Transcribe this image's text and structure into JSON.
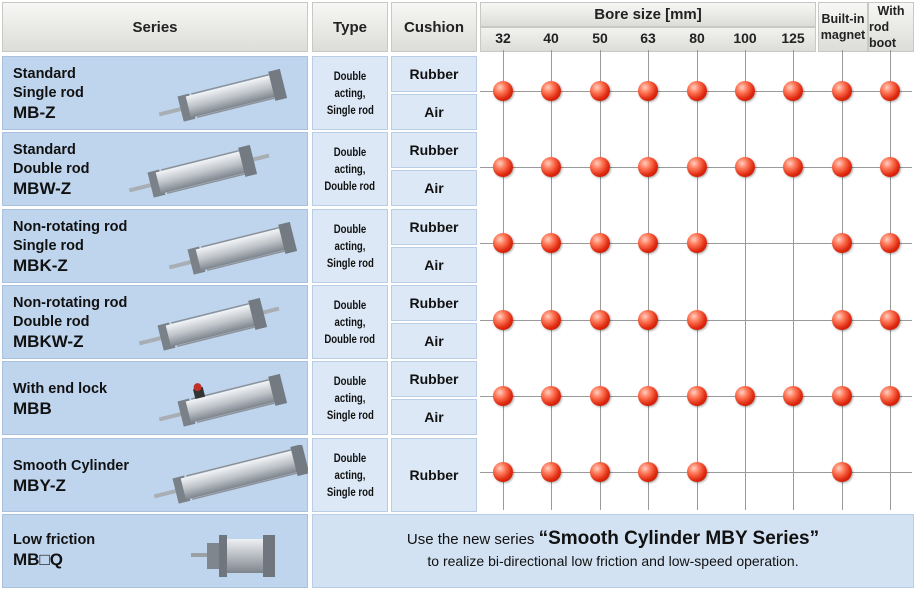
{
  "header": {
    "series": "Series",
    "type": "Type",
    "cushion": "Cushion",
    "bore_size": "Bore size [mm]",
    "bores": [
      "32",
      "40",
      "50",
      "63",
      "80",
      "100",
      "125"
    ],
    "builtin_l1": "Built-in",
    "builtin_l2": "magnet",
    "rodboot_l1": "With",
    "rodboot_l2": "rod boot"
  },
  "rows": [
    {
      "name1": "Standard",
      "name2": "Single rod",
      "code": "MB-Z",
      "type1": "Double acting,",
      "type2": "Single rod",
      "cushions": [
        "Rubber",
        "Air"
      ],
      "available": [
        true,
        true,
        true,
        true,
        true,
        true,
        true,
        true,
        true
      ]
    },
    {
      "name1": "Standard",
      "name2": "Double rod",
      "code": "MBW-Z",
      "type1": "Double acting,",
      "type2": "Double rod",
      "cushions": [
        "Rubber",
        "Air"
      ],
      "available": [
        true,
        true,
        true,
        true,
        true,
        true,
        true,
        true,
        true
      ]
    },
    {
      "name1": "Non-rotating rod",
      "name2": "Single rod",
      "code": "MBK-Z",
      "type1": "Double acting,",
      "type2": "Single rod",
      "cushions": [
        "Rubber",
        "Air"
      ],
      "available": [
        true,
        true,
        true,
        true,
        true,
        false,
        false,
        true,
        true
      ]
    },
    {
      "name1": "Non-rotating rod",
      "name2": "Double rod",
      "code": "MBKW-Z",
      "type1": "Double acting,",
      "type2": "Double rod",
      "cushions": [
        "Rubber",
        "Air"
      ],
      "available": [
        true,
        true,
        true,
        true,
        true,
        false,
        false,
        true,
        true
      ]
    },
    {
      "name1": "With end lock",
      "name2": "",
      "code": "MBB",
      "type1": "Double acting,",
      "type2": "Single rod",
      "cushions": [
        "Rubber",
        "Air"
      ],
      "available": [
        true,
        true,
        true,
        true,
        true,
        true,
        true,
        true,
        true
      ]
    },
    {
      "name1": "Smooth Cylinder",
      "name2": "",
      "code": "MBY-Z",
      "type1": "Double acting,",
      "type2": "Single rod",
      "cushions": [
        "Rubber"
      ],
      "available": [
        true,
        true,
        true,
        true,
        true,
        false,
        false,
        true,
        false
      ]
    }
  ],
  "low_friction": {
    "name": "Low friction",
    "code": "MB□Q",
    "note_prefix": "Use the new series ",
    "note_series": "“Smooth Cylinder MBY Series”",
    "note_line2": "to realize bi-directional low friction and low-speed operation."
  },
  "colors": {
    "series_bg": "#bfd5ee",
    "dot": "#e02a10",
    "header_bg": "#dcdcd8"
  }
}
